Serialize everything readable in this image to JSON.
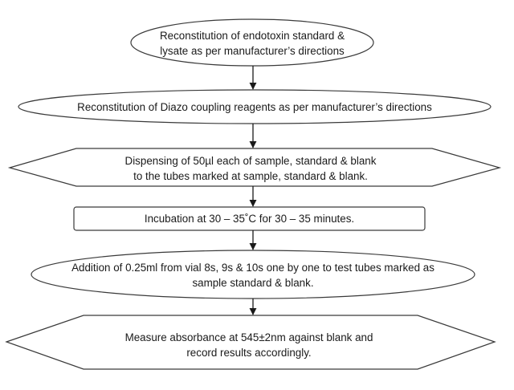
{
  "diagram": {
    "type": "flowchart",
    "steps": [
      {
        "shape": "ellipse",
        "lines": [
          "Reconstitution of endotoxin standard &",
          "lysate as per manufacturer’s directions"
        ]
      },
      {
        "shape": "ellipse",
        "lines": [
          "Reconstitution of Diazo coupling reagents as per manufacturer’s directions"
        ]
      },
      {
        "shape": "hexagon",
        "lines": [
          "Dispensing of 50µl each of sample, standard & blank",
          "to the tubes marked at sample, standard & blank."
        ]
      },
      {
        "shape": "rectangle",
        "lines": [
          "Incubation at 30 – 35˚C for 30 – 35 minutes."
        ]
      },
      {
        "shape": "ellipse",
        "lines": [
          "Addition of 0.25ml from vial 8s, 9s & 10s one by one to test tubes marked as",
          "sample standard & blank."
        ]
      },
      {
        "shape": "hexagon",
        "lines": [
          "Measure absorbance at 545±2nm against blank and",
          "record results accordingly."
        ]
      }
    ],
    "colors": {
      "stroke": "#3a3a3a",
      "fill": "#ffffff",
      "text": "#1a1a1a"
    }
  }
}
